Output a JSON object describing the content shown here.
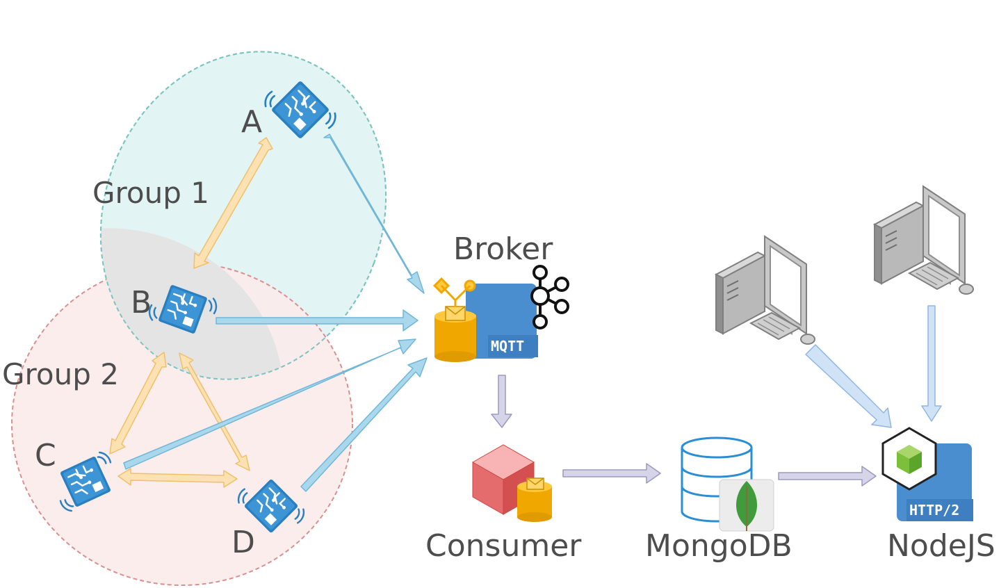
{
  "groups": [
    {
      "label": "Group 1",
      "fill": "#dff4f3",
      "stroke": "#7cc4c0"
    },
    {
      "label": "Group 2",
      "fill": "#fbeaea",
      "stroke": "#d98f8f"
    }
  ],
  "devices": [
    {
      "label": "A",
      "icon": "iot-chip-icon"
    },
    {
      "label": "B",
      "icon": "iot-chip-icon"
    },
    {
      "label": "C",
      "icon": "iot-chip-icon"
    },
    {
      "label": "D",
      "icon": "iot-chip-icon"
    }
  ],
  "broker": {
    "label": "Broker",
    "badge": "MQTT",
    "icon": "kafka-icon"
  },
  "consumer": {
    "label": "Consumer"
  },
  "database": {
    "label": "MongoDB",
    "icon": "mongodb-leaf-icon"
  },
  "server": {
    "label": "NodeJS",
    "badge": "HTTP/2",
    "icon": "nodejs-cube-icon"
  },
  "clients": [
    {
      "icon": "desktop-computer-icon"
    },
    {
      "icon": "desktop-computer-icon"
    }
  ],
  "colors": {
    "device_blue": "#2a7fc1",
    "mqtt_arrow": "#a9d8ec",
    "peer_arrow": "#fbd9a0",
    "flow_arrow": "#d6d4e8",
    "client_arrow": "#cfe2f6",
    "badge_blue": "#4a8ed0",
    "db_blue": "#2a8ed6",
    "mongo_green": "#3f9b3b"
  }
}
